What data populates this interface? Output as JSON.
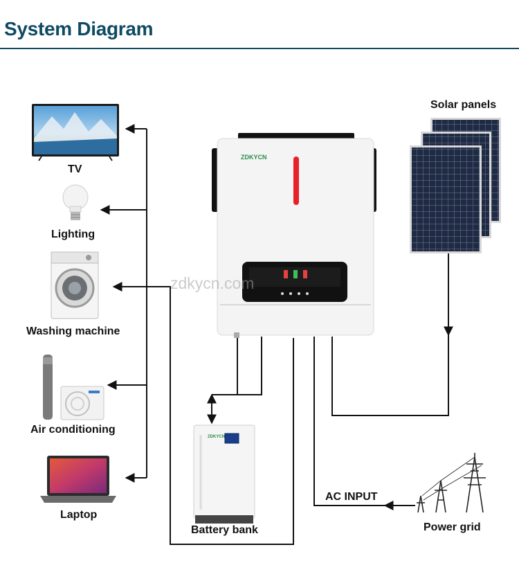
{
  "header": {
    "title": "System Diagram"
  },
  "labels": {
    "tv": "TV",
    "lighting": "Lighting",
    "washing_machine": "Washing machine",
    "air_conditioning": "Air conditioning",
    "laptop": "Laptop",
    "solar_panels": "Solar panels",
    "battery_bank": "Battery bank",
    "ac_input": "AC INPUT",
    "power_grid": "Power grid"
  },
  "inverter": {
    "brand": "ZDKYCN",
    "watermark": "zdkycn.com"
  },
  "battery": {
    "brand": "ZDKYCN"
  },
  "colors": {
    "title": "#0f4a63",
    "line": "#111111",
    "inverter_body": "#f4f4f4",
    "inverter_indicator": "#e8202a",
    "solar_cell": "#1f2a44",
    "tv_sky": "#5aa0d8"
  }
}
